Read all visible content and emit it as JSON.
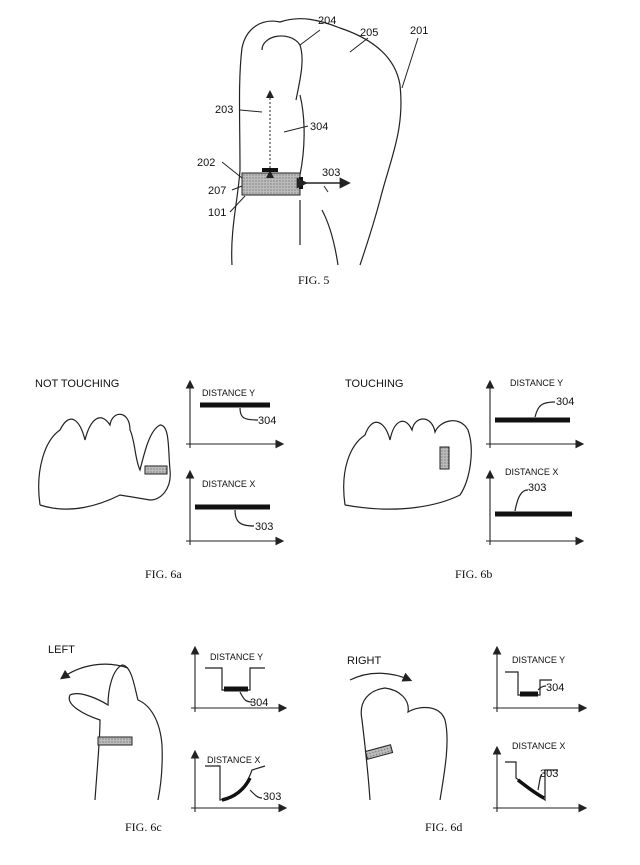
{
  "fig5": {
    "caption": "FIG. 5",
    "labels": {
      "l204": "204",
      "l205": "205",
      "l201": "201",
      "l203": "203",
      "l304": "304",
      "l202": "202",
      "l303": "303",
      "l207": "207",
      "l101": "101"
    }
  },
  "fig6a": {
    "caption": "FIG. 6a",
    "title": "NOT TOUCHING",
    "graph_y": "DISTANCE Y",
    "ref_y": "304",
    "graph_x": "DISTANCE X",
    "ref_x": "303"
  },
  "fig6b": {
    "caption": "FIG. 6b",
    "title": "TOUCHING",
    "graph_y": "DISTANCE Y",
    "ref_y": "304",
    "graph_x": "DISTANCE X",
    "ref_x": "303"
  },
  "fig6c": {
    "caption": "FIG. 6c",
    "title": "LEFT",
    "graph_y": "DISTANCE Y",
    "ref_y": "304",
    "graph_x": "DISTANCE X",
    "ref_x": "303"
  },
  "fig6d": {
    "caption": "FIG. 6d",
    "title": "RIGHT",
    "graph_y": "DISTANCE Y",
    "ref_y": "304",
    "graph_x": "DISTANCE X",
    "ref_x": "303"
  }
}
